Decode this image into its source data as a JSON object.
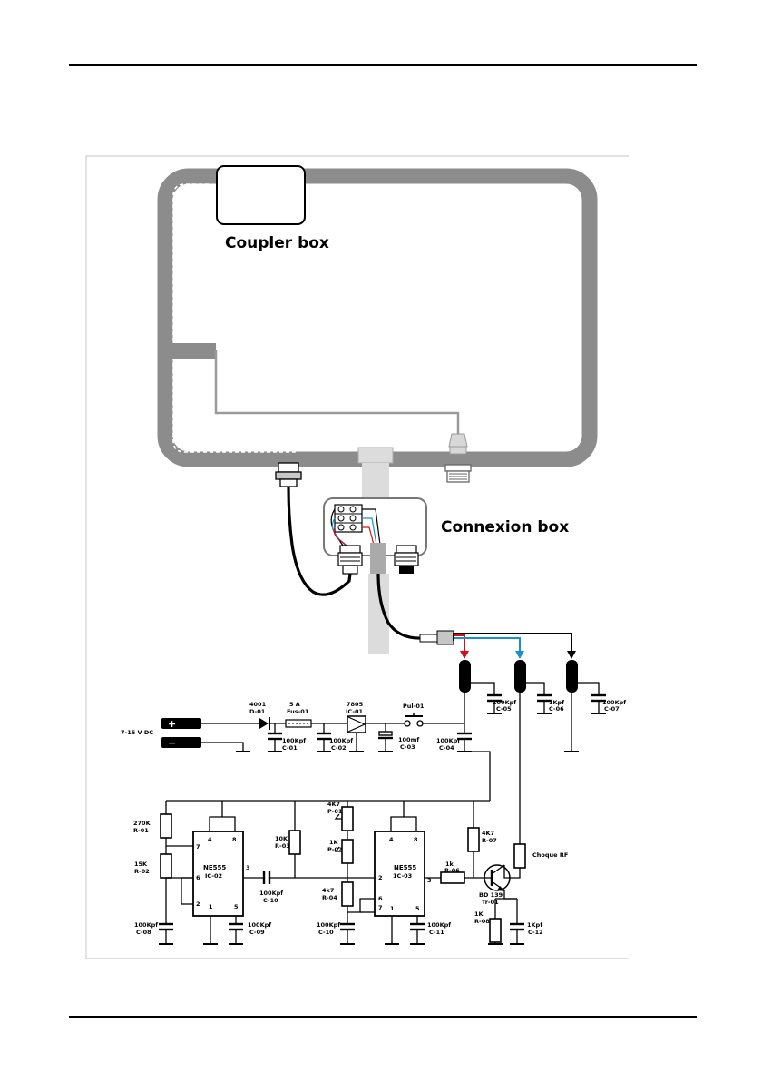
{
  "labels": {
    "coupler_box": "Coupler box",
    "connexion_box": "Connexion box",
    "supply": "7-15 V DC",
    "plus": "+",
    "minus": "−"
  },
  "components": {
    "d01": {
      "value": "4001",
      "ref": "D-01"
    },
    "fus01": {
      "value": "5 A",
      "ref": "Fus-01"
    },
    "ic01": {
      "value": "7805",
      "ref": "IC-01"
    },
    "pul01": {
      "ref": "Pul-01"
    },
    "c01": {
      "value": "100Kpf",
      "ref": "C-01"
    },
    "c02": {
      "value": "100Kpf",
      "ref": "C-02"
    },
    "c03": {
      "value": "100mf",
      "ref": "C-03"
    },
    "c04": {
      "value": "100Kpf",
      "ref": "C-04"
    },
    "c05": {
      "value": "100Kpf",
      "ref": "C-05"
    },
    "c06": {
      "value": "1Kpf",
      "ref": "C-06"
    },
    "c07": {
      "value": "100Kpf",
      "ref": "C-07"
    },
    "r01": {
      "value": "270K",
      "ref": "R-01"
    },
    "r02": {
      "value": "15K",
      "ref": "R-02"
    },
    "c08": {
      "value": "100Kpf",
      "ref": "C-08"
    },
    "ic02": {
      "name": "NE555",
      "ref": "IC-02",
      "pins": [
        "4",
        "8",
        "7",
        "6",
        "2",
        "1",
        "5",
        "3"
      ]
    },
    "c09": {
      "value": "100Kpf",
      "ref": "C-09"
    },
    "c10a": {
      "value": "100Kpf",
      "ref": "C-10"
    },
    "r03": {
      "value": "10K",
      "ref": "R-03"
    },
    "p01": {
      "value": "4K7",
      "ref": "P-01"
    },
    "p02": {
      "value": "1K",
      "ref": "P-02"
    },
    "r04": {
      "value": "4k7",
      "ref": "R-04"
    },
    "c10b": {
      "value": "100Kpf",
      "ref": "C-10"
    },
    "ic03": {
      "name": "NE555",
      "ref": "1C-03",
      "pins": [
        "4",
        "8",
        "2",
        "6",
        "7",
        "1",
        "5",
        "3"
      ]
    },
    "c11": {
      "value": "100Kpf",
      "ref": "C-11"
    },
    "r07": {
      "value": "4K7",
      "ref": "R-07"
    },
    "r06": {
      "value": "1k",
      "ref": "R-06"
    },
    "tr01": {
      "value": "BD 139",
      "ref": "Tr-01"
    },
    "choke": {
      "value": "Choque RF"
    },
    "r08": {
      "value": "1K",
      "ref": "R-08"
    },
    "c12": {
      "value": "1Kpf",
      "ref": "C-12"
    }
  },
  "colors": {
    "loop": "#8c8c8c",
    "cable_gray": "#d8d8d8",
    "wire_red": "#d0101a",
    "wire_blue": "#1a8fd0",
    "wire_black": "#000000"
  }
}
